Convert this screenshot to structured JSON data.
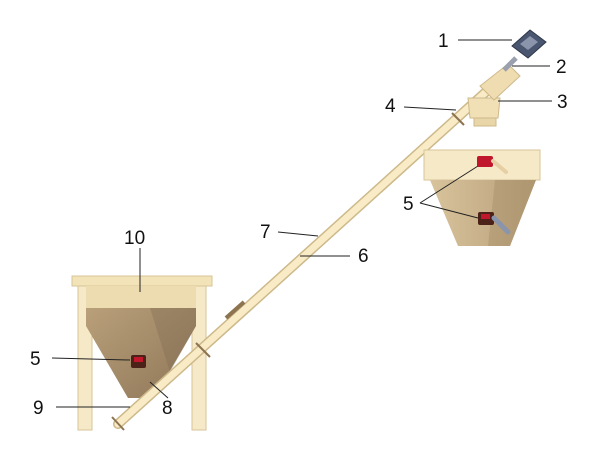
{
  "colors": {
    "background": "#ffffff",
    "frame": "#f6e9c7",
    "frame_stroke": "#d8c59a",
    "tube": "#f8ebc6",
    "tube_stroke": "#cdb98a",
    "hopper_dark": "#a8906f",
    "hopper_light": "#c9b38c",
    "sensor": "#c0172d",
    "sensor_dark": "#4b2118",
    "motor": "#4a5670",
    "leader": "#222222"
  },
  "icons": {
    "motor": "drive-motor-icon",
    "sensor": "level-sensor-icon"
  },
  "labels": {
    "l1": "1",
    "l2": "2",
    "l3": "3",
    "l4": "4",
    "l5_right": "5",
    "l5_left": "5",
    "l6": "6",
    "l7": "7",
    "l8": "8",
    "l9": "9",
    "l10": "10"
  }
}
